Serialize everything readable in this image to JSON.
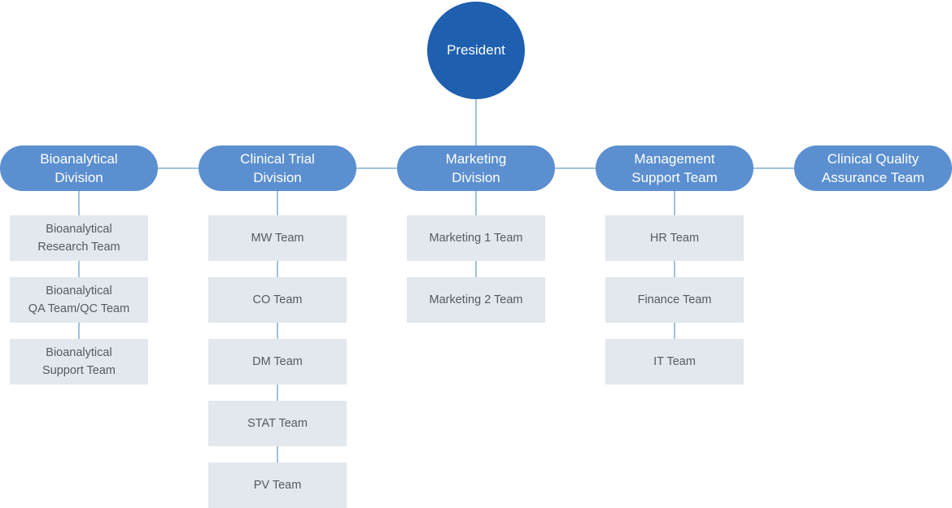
{
  "president": "President",
  "divisions": [
    {
      "lines": [
        "Bioanalytical",
        "Division"
      ],
      "teams": [
        [
          "Bioanalytical",
          "Research Team"
        ],
        [
          "Bioanalytical",
          "QA Team/QC Team"
        ],
        [
          "Bioanalytical",
          "Support Team"
        ]
      ]
    },
    {
      "lines": [
        "Clinical Trial",
        "Division"
      ],
      "teams": [
        [
          "MW Team"
        ],
        [
          "CO Team"
        ],
        [
          "DM Team"
        ],
        [
          "STAT Team"
        ],
        [
          "PV Team"
        ]
      ]
    },
    {
      "lines": [
        "Marketing",
        "Division"
      ],
      "teams": [
        [
          "Marketing 1 Team"
        ],
        [
          "Marketing 2 Team"
        ]
      ]
    },
    {
      "lines": [
        "Management",
        "Support Team"
      ],
      "teams": [
        [
          "HR Team"
        ],
        [
          "Finance Team"
        ],
        [
          "IT Team"
        ]
      ]
    },
    {
      "lines": [
        "Clinical Quality",
        "Assurance Team"
      ],
      "teams": []
    }
  ],
  "colors": {
    "president": "#1e5fb0",
    "division": "#5b8fd0",
    "team": "#e3e7ee",
    "team_text": "#555b62",
    "connector": "#9ec3dd"
  }
}
